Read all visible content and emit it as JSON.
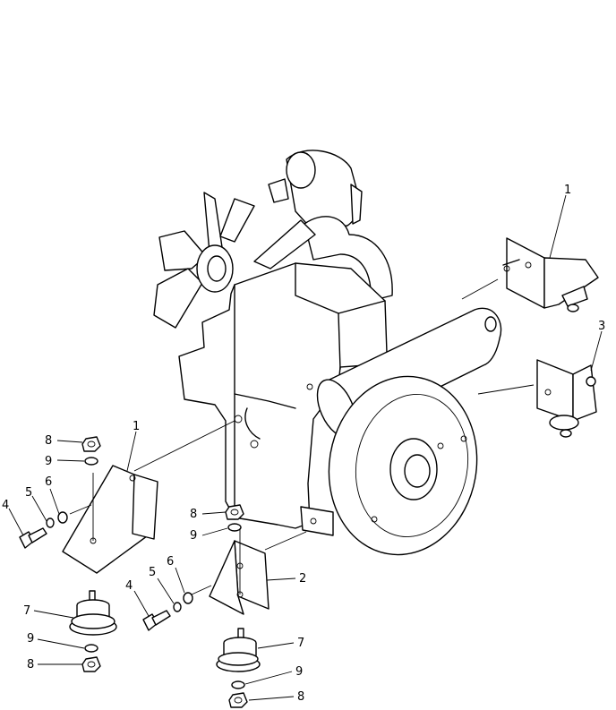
{
  "callouts": [
    {
      "id": "c1-top",
      "label": "1"
    },
    {
      "id": "c3",
      "label": "3"
    },
    {
      "id": "c1-left",
      "label": "1"
    },
    {
      "id": "c8-a",
      "label": "8"
    },
    {
      "id": "c9-a",
      "label": "9"
    },
    {
      "id": "c4-a",
      "label": "4"
    },
    {
      "id": "c5-a",
      "label": "5"
    },
    {
      "id": "c6-a",
      "label": "6"
    },
    {
      "id": "c7-a",
      "label": "7"
    },
    {
      "id": "c9-b",
      "label": "9"
    },
    {
      "id": "c8-b",
      "label": "8"
    },
    {
      "id": "c8-c",
      "label": "8"
    },
    {
      "id": "c9-c",
      "label": "9"
    },
    {
      "id": "c2",
      "label": "2"
    },
    {
      "id": "c4-b",
      "label": "4"
    },
    {
      "id": "c5-b",
      "label": "5"
    },
    {
      "id": "c6-b",
      "label": "6"
    },
    {
      "id": "c7-b",
      "label": "7"
    },
    {
      "id": "c9-d",
      "label": "9"
    },
    {
      "id": "c8-d",
      "label": "8"
    }
  ]
}
